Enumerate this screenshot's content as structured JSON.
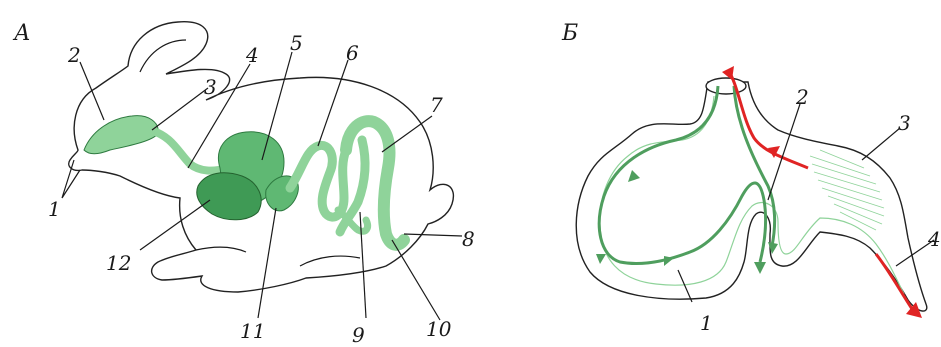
{
  "panel_a": {
    "title": "А",
    "labels": [
      "1",
      "2",
      "3",
      "4",
      "5",
      "6",
      "7",
      "8",
      "9",
      "10",
      "11",
      "12"
    ]
  },
  "panel_b": {
    "title": "Б",
    "labels": [
      "1",
      "2",
      "3",
      "4"
    ]
  },
  "colors": {
    "light_green": "#8fd39a",
    "dark_green": "#3f9a55",
    "mid_green": "#5fb873",
    "arrow_green": "#4f9e5e",
    "arrow_red": "#e02424",
    "outline": "#222222"
  }
}
